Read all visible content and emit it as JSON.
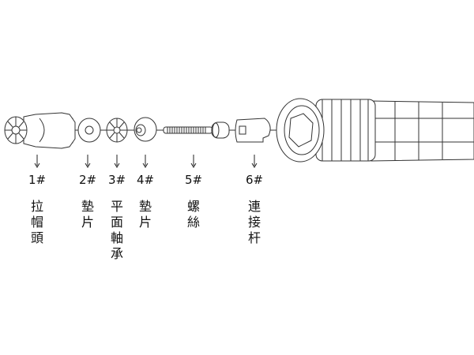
{
  "parts": [
    {
      "num": "1#",
      "name": "拉帽頭"
    },
    {
      "num": "2#",
      "name": "墊片"
    },
    {
      "num": "3#",
      "name": "平面軸承"
    },
    {
      "num": "4#",
      "name": "墊片"
    },
    {
      "num": "5#",
      "name": "螺絲"
    },
    {
      "num": "6#",
      "name": "連接杆"
    }
  ]
}
